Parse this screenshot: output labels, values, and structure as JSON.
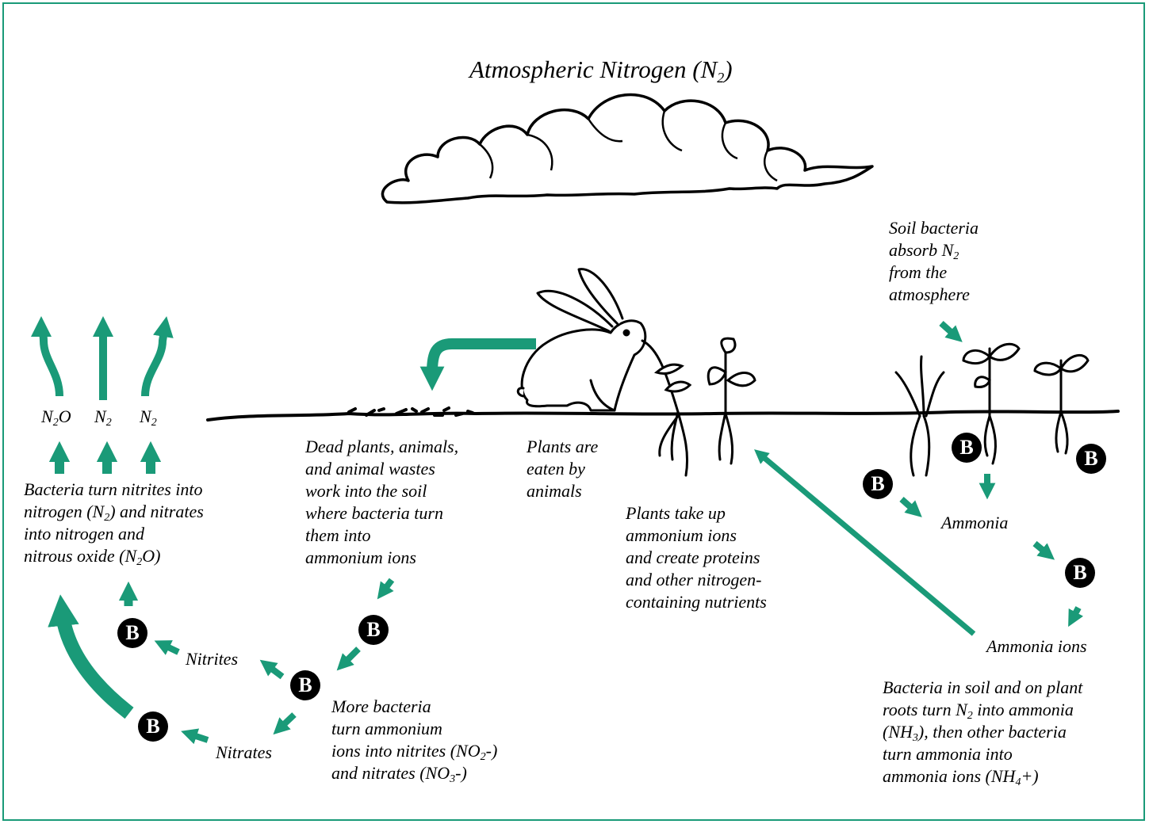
{
  "colors": {
    "accent": "#1a9a78",
    "ink": "#000000",
    "background": "#ffffff"
  },
  "title": {
    "text": "Atmospheric Nitrogen (N",
    "sub": "2",
    "end": ")"
  },
  "badge_letter": "B",
  "labels": {
    "n2o": {
      "a": "N",
      "s": "2",
      "b": "O"
    },
    "n2_mid": {
      "a": "N",
      "s": "2"
    },
    "n2_right": {
      "a": "N",
      "s": "2"
    },
    "denitrification": {
      "l1": "Bacteria turn nitrites into",
      "l2a": "nitrogen (N",
      "l2s": "2",
      "l2b": ") and nitrates",
      "l3": "into nitrogen and",
      "l4a": "nitrous oxide (N",
      "l4s": "2",
      "l4b": "O)"
    },
    "decomposition": [
      "Dead plants, animals,",
      "and animal wastes",
      "work into the soil",
      "where bacteria turn",
      "them into",
      "ammonium ions"
    ],
    "eaten": [
      "Plants are",
      "eaten by",
      "animals"
    ],
    "uptake": [
      "Plants take up",
      "ammonium ions",
      "and create proteins",
      "and other nitrogen-",
      "containing nutrients"
    ],
    "soil_bacteria": {
      "l1": "Soil bacteria",
      "l2a": "absorb N",
      "l2s": "2",
      "l3": "from the",
      "l4": "atmosphere"
    },
    "ammonia": "Ammonia",
    "ammonia_ions": "Ammonia ions",
    "fixation": {
      "l1": "Bacteria in soil and on plant",
      "l2a": "roots turn N",
      "l2s": "2",
      "l2b": " into ammonia",
      "l3a": "(NH",
      "l3s": "3",
      "l3b": "), then other bacteria",
      "l4": "turn ammonia into",
      "l5a": "ammonia ions (NH",
      "l5s": "4",
      "l5b": "+)"
    },
    "nitrites": "Nitrites",
    "nitrates": "Nitrates",
    "nitrification": {
      "l1": "More bacteria",
      "l2": "turn ammonium",
      "l3a": "ions into nitrites (NO",
      "l3s": "2",
      "l3b": "-)",
      "l4a": "and nitrates (NO",
      "l4s": "3",
      "l4b": "-)"
    }
  }
}
